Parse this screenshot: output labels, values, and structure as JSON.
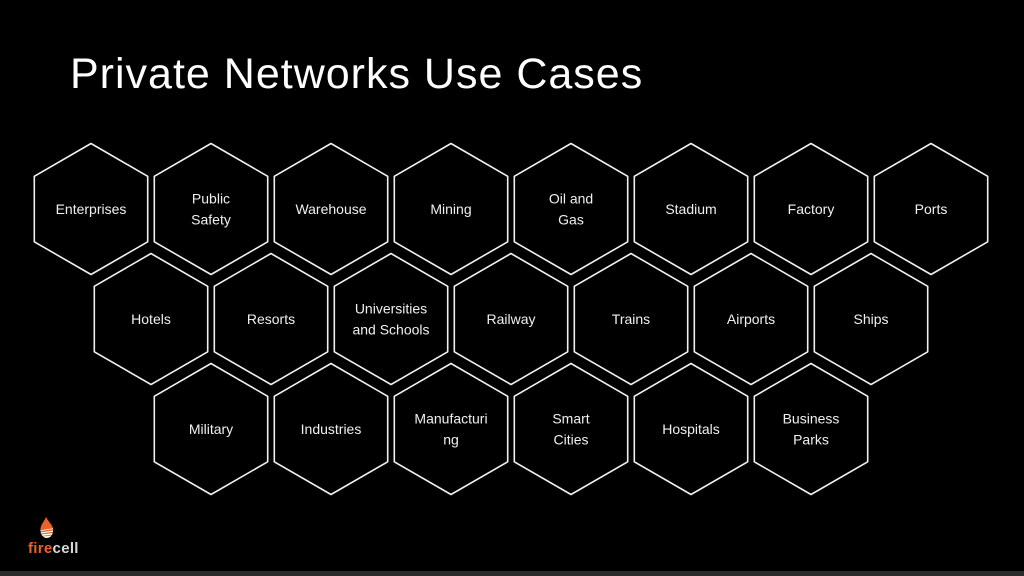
{
  "title": "Private Networks Use Cases",
  "colors": {
    "background": "#000000",
    "hex_stroke": "#f0f0f0",
    "hex_text": "#f0f0f0",
    "title_text": "#ffffff",
    "brand_orange": "#e8632c",
    "brand_cell_gray": "#d9d9d9",
    "bottom_bar": "#2b2b2b"
  },
  "hex_grid": {
    "rows": [
      {
        "items": [
          {
            "label": "Enterprises",
            "lines": [
              "Enterprises"
            ]
          },
          {
            "label": "Public Safety",
            "lines": [
              "Public",
              "Safety"
            ]
          },
          {
            "label": "Warehouse",
            "lines": [
              "Warehouse"
            ]
          },
          {
            "label": "Mining",
            "lines": [
              "Mining"
            ]
          },
          {
            "label": "Oil and Gas",
            "lines": [
              "Oil and",
              "Gas"
            ]
          },
          {
            "label": "Stadium",
            "lines": [
              "Stadium"
            ]
          },
          {
            "label": "Factory",
            "lines": [
              "Factory"
            ]
          },
          {
            "label": "Ports",
            "lines": [
              "Ports"
            ]
          }
        ]
      },
      {
        "items": [
          {
            "label": "Hotels",
            "lines": [
              "Hotels"
            ]
          },
          {
            "label": "Resorts",
            "lines": [
              "Resorts"
            ]
          },
          {
            "label": "Universities and Schools",
            "lines": [
              "Universities",
              "and Schools"
            ]
          },
          {
            "label": "Railway",
            "lines": [
              "Railway"
            ]
          },
          {
            "label": "Trains",
            "lines": [
              "Trains"
            ]
          },
          {
            "label": "Airports",
            "lines": [
              "Airports"
            ]
          },
          {
            "label": "Ships",
            "lines": [
              "Ships"
            ]
          }
        ]
      },
      {
        "items": [
          {
            "label": "Military",
            "lines": [
              "Military"
            ]
          },
          {
            "label": "Industries",
            "lines": [
              "Industries"
            ]
          },
          {
            "label": "Manufacturing",
            "lines": [
              "Manufacturi",
              "ng"
            ]
          },
          {
            "label": "Smart Cities",
            "lines": [
              "Smart",
              "Cities"
            ]
          },
          {
            "label": "Hospitals",
            "lines": [
              "Hospitals"
            ]
          },
          {
            "label": "Business Parks",
            "lines": [
              "Business",
              "Parks"
            ]
          }
        ]
      }
    ]
  },
  "logo": {
    "text_fire": "fire",
    "text_cell": "cell"
  }
}
